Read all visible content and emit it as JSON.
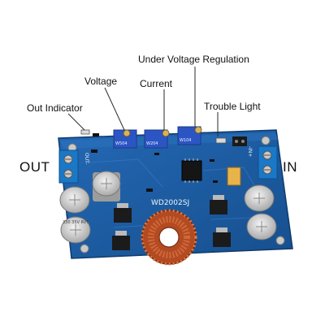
{
  "labels": {
    "under_voltage": "Under Voltage Regulation",
    "voltage": "Voltage",
    "current": "Current",
    "out_indicator": "Out Indicator",
    "trouble_light": "Trouble Light",
    "out": "OUT",
    "in": "IN"
  },
  "board": {
    "model_marking": "WD2002SJ",
    "out_terminal_marking": "OUT-",
    "in_terminal_marking": "-IN+",
    "pot_marking_1": "W504",
    "pot_marking_2": "W204",
    "pot_marking_3": "W104",
    "cap_marking": "330 35V RVT"
  },
  "colors": {
    "pcb": "#1f5fa8",
    "pcb_edge": "#174a86",
    "terminal": "#1a78c8",
    "potentiometer": "#2c55c4",
    "toroid_copper": "#c2562a",
    "leader_line": "#2a2a2a"
  }
}
